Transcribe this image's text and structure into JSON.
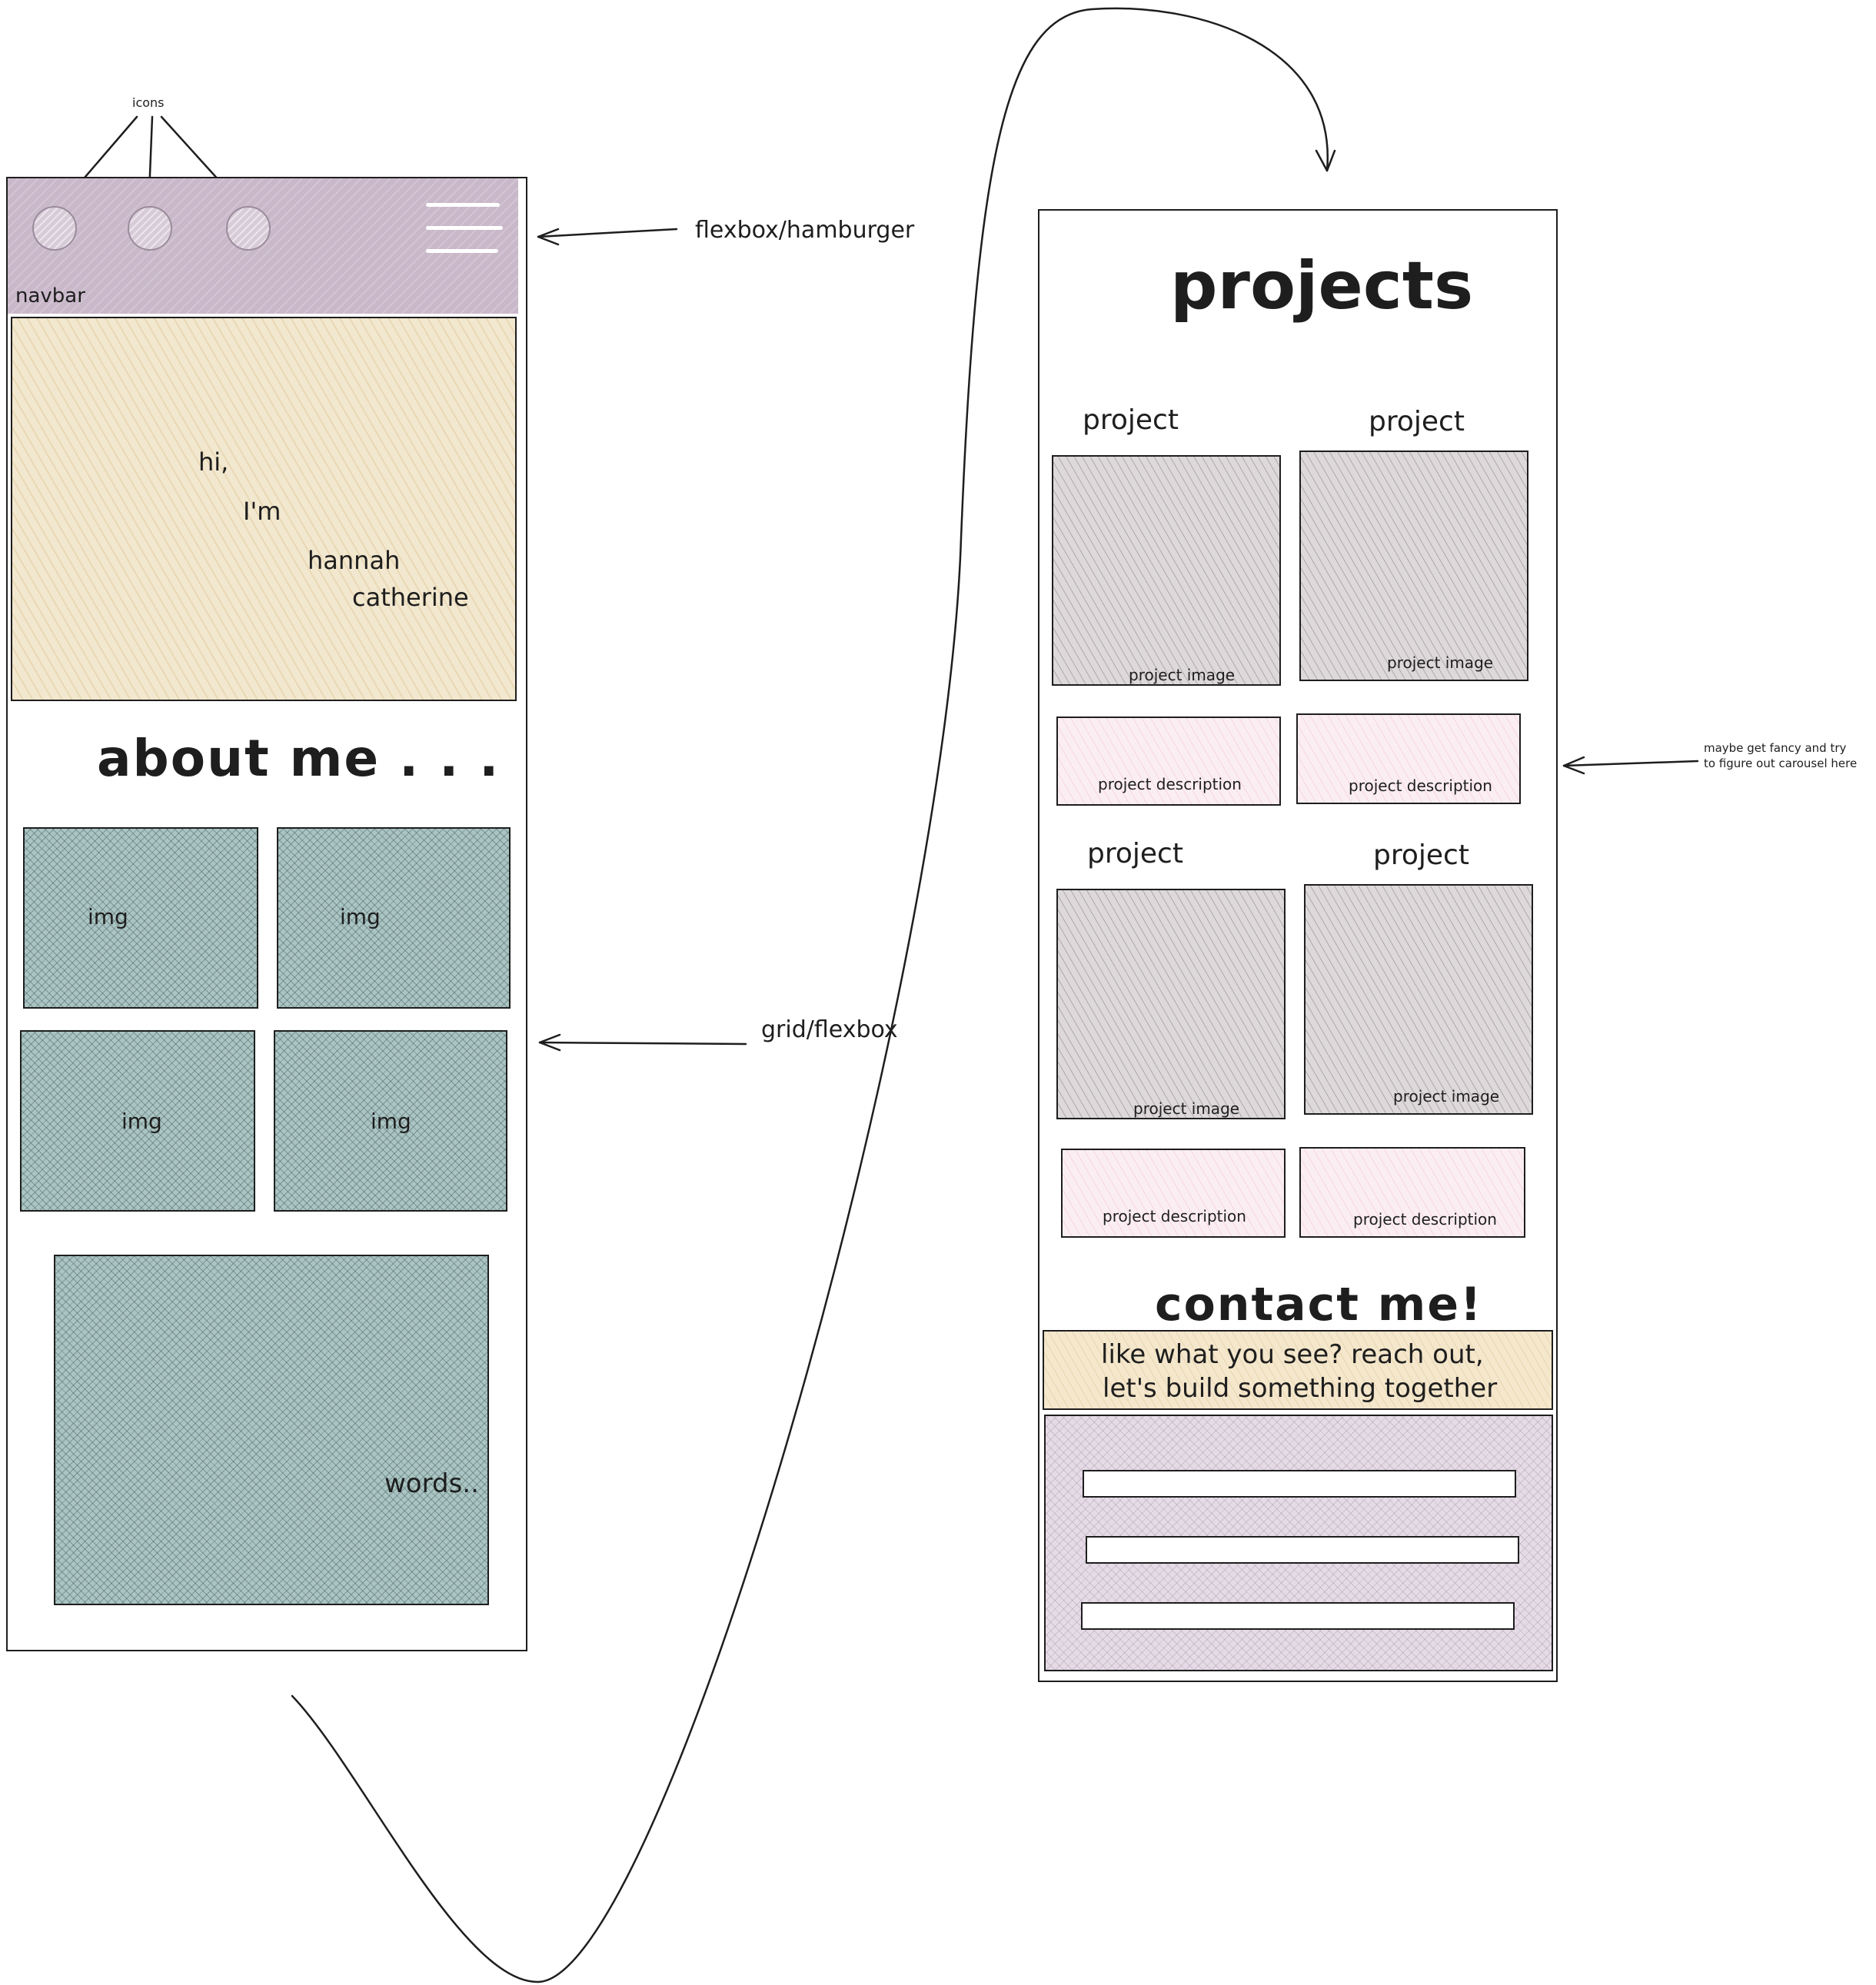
{
  "colors": {
    "navbar": "#c9b8c9",
    "hero": "#f2e8cf",
    "teal": "#8fb0ad",
    "gray": "#ddd8da",
    "pink": "#fbeef2",
    "lilac": "#e5dbe6",
    "ink": "#1e1e1e"
  },
  "annotations": {
    "icons": "icons",
    "flexbox_hamburger": "flexbox/hamburger",
    "grid_flexbox": "grid/flexbox",
    "carousel_line1": "maybe get fancy and try",
    "carousel_line2": "to figure out carousel here"
  },
  "left_page": {
    "navbar": {
      "label": "navbar",
      "icons": [
        "circle-icon",
        "circle-icon",
        "circle-icon"
      ],
      "menu_icon": "hamburger-icon"
    },
    "hero": {
      "line1": "hi,",
      "line2": "I'm",
      "line3": "hannah",
      "line4": "catherine"
    },
    "about": {
      "title": "about me . . .",
      "images": [
        "img",
        "img",
        "img",
        "img"
      ],
      "words": "words.."
    }
  },
  "right_page": {
    "projects": {
      "title": "projects",
      "items": [
        {
          "title": "project",
          "image_label": "project image",
          "description": "project description"
        },
        {
          "title": "project",
          "image_label": "project image",
          "description": "project description"
        },
        {
          "title": "project",
          "image_label": "project image",
          "description": "project description"
        },
        {
          "title": "project",
          "image_label": "project image",
          "description": "project description"
        }
      ]
    },
    "contact": {
      "title": "contact me!",
      "line1": "like what you see? reach out,",
      "line2": "let's build something together",
      "fields": [
        "",
        "",
        ""
      ]
    }
  }
}
